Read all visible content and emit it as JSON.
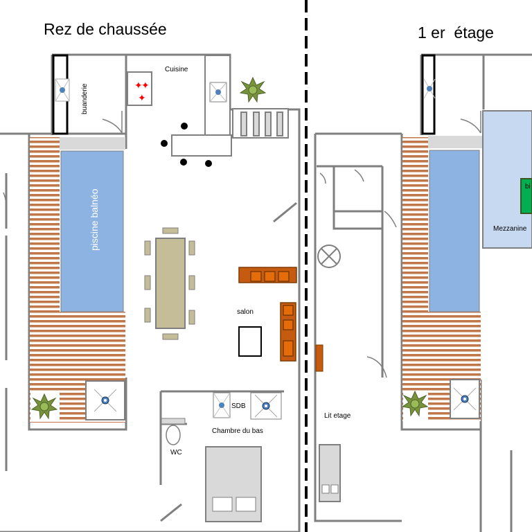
{
  "floors": {
    "ground": {
      "title": "Rez de chaussée",
      "rooms": {
        "laundry": "buanderie",
        "kitchen": "Cuisine",
        "pool": "piscine balnéo",
        "living": "salon",
        "bathroom": "SDB",
        "bedroom": "Chambre du bas",
        "toilet": "WC"
      }
    },
    "upper": {
      "title": "1 er  étage",
      "rooms": {
        "mezzanine": "Mezzanine",
        "bunk": "Lit etage",
        "cut_label": "bi"
      }
    }
  },
  "colors": {
    "wall": "#7f7f7f",
    "pool_water": "#8db3e2",
    "wood_deck": "#c0774a",
    "mezzanine_floor": "#c6d9f1",
    "sofa": "#c55a11",
    "dining_table": "#c4bd97",
    "plant": "#77933c",
    "billiard": "#00b050",
    "appliance": "#d9d9d9"
  }
}
